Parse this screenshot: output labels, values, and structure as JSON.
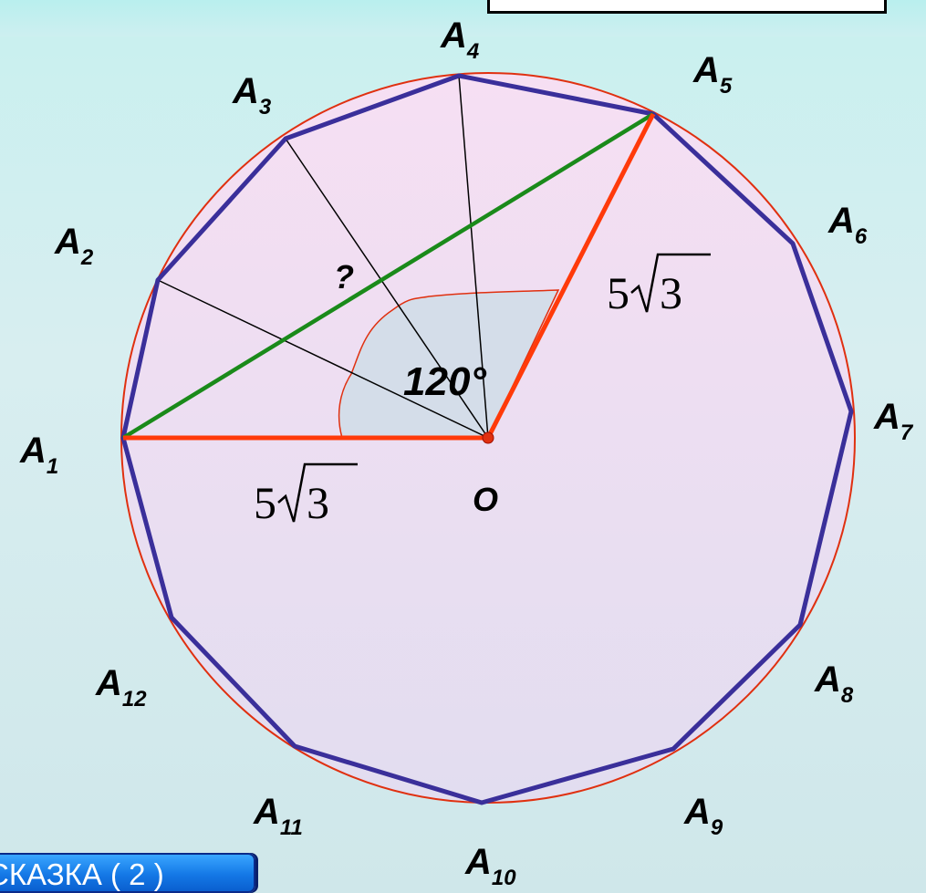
{
  "vertex_labels": [
    {
      "letter": "A",
      "sub": "1"
    },
    {
      "letter": "A",
      "sub": "2"
    },
    {
      "letter": "A",
      "sub": "3"
    },
    {
      "letter": "A",
      "sub": "4"
    },
    {
      "letter": "A",
      "sub": "5"
    },
    {
      "letter": "A",
      "sub": "6"
    },
    {
      "letter": "A",
      "sub": "7"
    },
    {
      "letter": "A",
      "sub": "8"
    },
    {
      "letter": "A",
      "sub": "9"
    },
    {
      "letter": "A",
      "sub": "10"
    },
    {
      "letter": "A",
      "sub": "11"
    },
    {
      "letter": "A",
      "sub": "12"
    }
  ],
  "center_label": "O",
  "question_mark": "?",
  "angle_label": "120°",
  "radius_label_left": {
    "coef": "5",
    "radicand": "3"
  },
  "radius_label_right": {
    "coef": "5",
    "radicand": "3"
  },
  "hint_button": {
    "label": "СКАЗКА ( 2 )"
  },
  "colors": {
    "polygon_stroke": "#3a2f9a",
    "circle_stroke": "#e03010",
    "radius_red": "#ff3a0a",
    "chord_green": "#1a8a1a",
    "angle_fill": "#d2dce8",
    "fill_pink": "#f2dcf0"
  }
}
